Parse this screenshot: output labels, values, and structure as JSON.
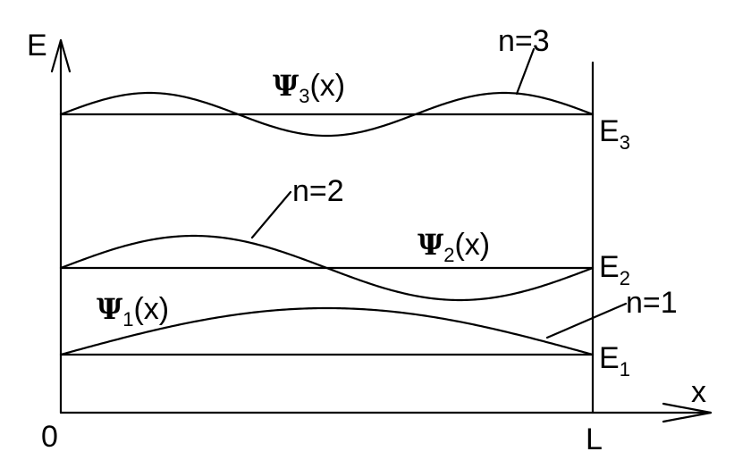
{
  "axes": {
    "y_label": "E",
    "x_label": "x",
    "origin_label": "0",
    "end_label": "L"
  },
  "levels": [
    {
      "n_label": "n=1",
      "energy_symbol": "E",
      "energy_subscript": "1",
      "psi_symbol": "Ψ",
      "psi_subscript": "1",
      "psi_arg": "(x)"
    },
    {
      "n_label": "n=2",
      "energy_symbol": "E",
      "energy_subscript": "2",
      "psi_symbol": "Ψ",
      "psi_subscript": "2",
      "psi_arg": "(x)"
    },
    {
      "n_label": "n=3",
      "energy_symbol": "E",
      "energy_subscript": "3",
      "psi_symbol": "Ψ",
      "psi_subscript": "3",
      "psi_arg": "(x)"
    }
  ]
}
